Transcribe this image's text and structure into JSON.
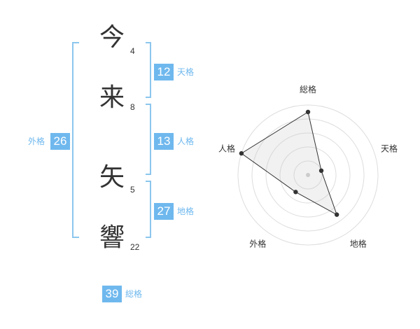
{
  "name_chars": [
    {
      "char": "今",
      "strokes": "4"
    },
    {
      "char": "来",
      "strokes": "8"
    },
    {
      "char": "矢",
      "strokes": "5"
    },
    {
      "char": "響",
      "strokes": "22"
    }
  ],
  "fortunes": {
    "tenkaku": {
      "value": "12",
      "label": "天格"
    },
    "jinkaku": {
      "value": "13",
      "label": "人格"
    },
    "chikaku": {
      "value": "27",
      "label": "地格"
    },
    "gaikaku": {
      "value": "26",
      "label": "外格"
    },
    "soukaku": {
      "value": "39",
      "label": "総格"
    }
  },
  "colors": {
    "accent": "#6fb8ee",
    "bracket": "#8cc6ee",
    "text": "#333333"
  },
  "chart_data": {
    "type": "radar",
    "axes": [
      "総格",
      "天格",
      "地格",
      "外格",
      "人格"
    ],
    "levels": 5,
    "values": [
      4.5,
      1,
      3.5,
      1.5,
      5
    ],
    "max": 5
  }
}
